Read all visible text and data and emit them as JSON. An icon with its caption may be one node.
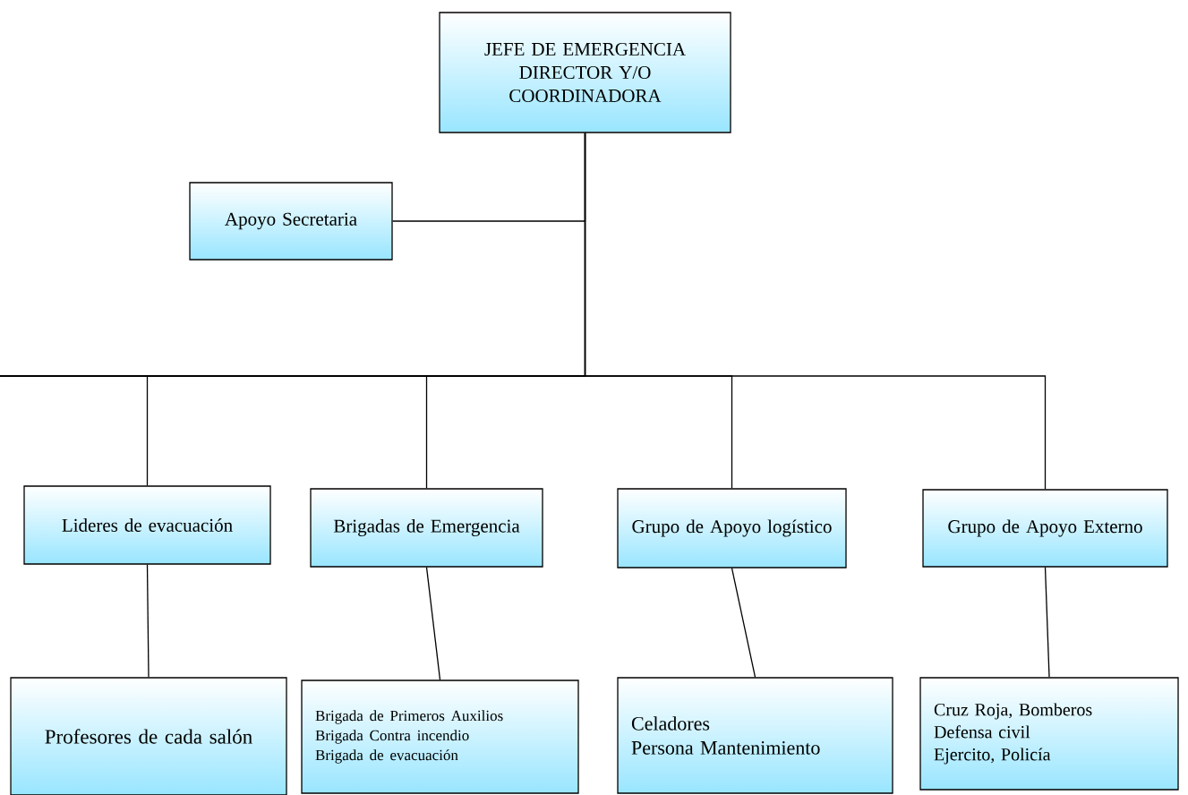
{
  "diagram": {
    "nodes": [
      {
        "text": [
          "JEFE DE  EMERGENCIA DIRECTOR Y/O COORDINADORA"
        ]
      },
      {
        "text": [
          "Apoyo Secretaria"
        ]
      },
      {
        "text": [
          "Lideres de evacuación"
        ]
      },
      {
        "text": [
          "Brigadas de Emergencia"
        ]
      },
      {
        "text": [
          "Grupo de Apoyo logístico"
        ]
      },
      {
        "text": [
          "Grupo de Apoyo Externo"
        ]
      },
      {
        "text": [
          "Profesores de cada salón"
        ]
      },
      {
        "text": [
          "Brigada de Primeros Auxilios",
          "Brigada Contra incendio",
          "Brigada de evacuación"
        ]
      },
      {
        "text": [
          "Celadores",
          "Persona Mantenimiento"
        ]
      },
      {
        "text": [
          "Cruz Roja, Bomberos",
          "Defensa civil",
          "Ejercito, Policía"
        ]
      }
    ],
    "edges": [
      {
        "from": 0,
        "to": 1,
        "arrow": "none"
      },
      {
        "from": 0,
        "to": 2,
        "arrow": "none"
      },
      {
        "from": 0,
        "to": 3,
        "arrow": "none"
      },
      {
        "from": 0,
        "to": 4,
        "arrow": "none"
      },
      {
        "from": 0,
        "to": 5,
        "arrow": "none"
      },
      {
        "from": 2,
        "to": 6,
        "arrow": "none"
      },
      {
        "from": 3,
        "to": 7,
        "arrow": "none"
      },
      {
        "from": 4,
        "to": 8,
        "arrow": "none"
      },
      {
        "from": 5,
        "to": 9,
        "arrow": "none"
      }
    ]
  }
}
